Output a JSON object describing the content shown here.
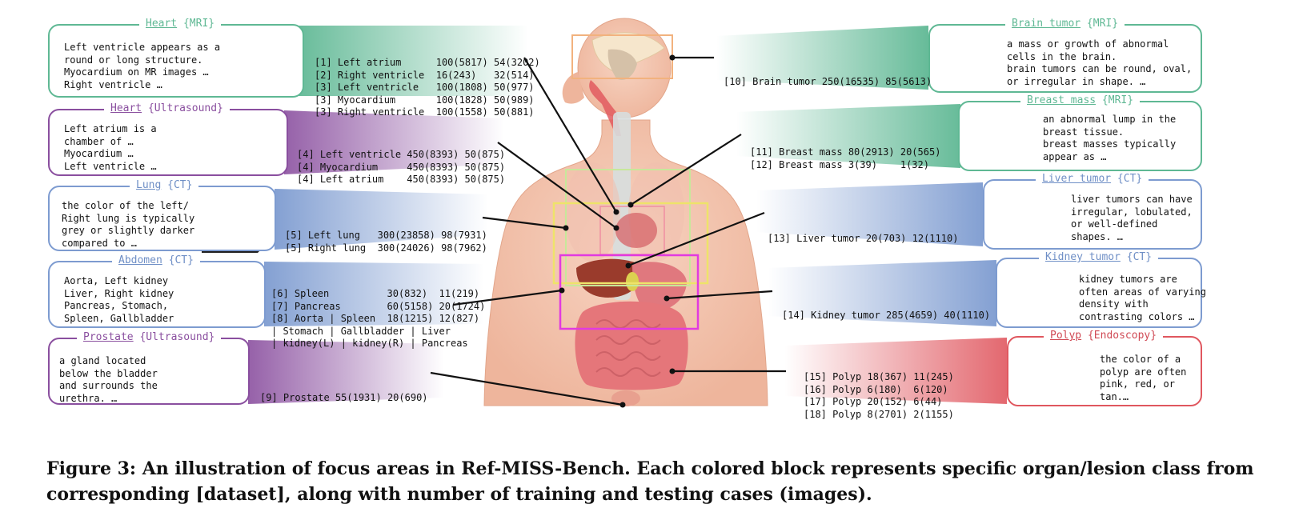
{
  "cards": {
    "heart_mri": {
      "name": "Heart",
      "source": "{MRI}",
      "lines": [
        "Left ventricle appears as a",
        "round or long structure.",
        "Myocardium on MR images …",
        "Right ventricle …"
      ]
    },
    "heart_us": {
      "name": "Heart",
      "source": "{Ultrasound}",
      "lines": [
        "Left atrium is a",
        "chamber of …",
        "Myocardium …",
        "Left ventricle …"
      ]
    },
    "lung_ct": {
      "name": "Lung",
      "source": "{CT}",
      "lines": [
        "the color of the left/",
        "Right lung is typically",
        "grey or slightly darker",
        "compared to …"
      ]
    },
    "abdomen_ct": {
      "name": "Abdomen",
      "source": "{CT}",
      "lines": [
        "Aorta, Left kidney",
        "Liver, Right kidney",
        "Pancreas, Stomach,",
        "Spleen, Gallbladder"
      ]
    },
    "prostate_us": {
      "name": "Prostate",
      "source": "{Ultrasound}",
      "lines": [
        "a gland located",
        "below the bladder",
        "and surrounds the",
        "urethra. …"
      ]
    },
    "brain_mri": {
      "name": "Brain tumor",
      "source": "{MRI}",
      "lines": [
        "a mass or growth of abnormal",
        "cells in the brain.",
        "brain tumors can be round, oval,",
        "or irregular in shape. …"
      ]
    },
    "breast_mri": {
      "name": "Breast mass",
      "source": "{MRI}",
      "lines": [
        "an abnormal lump in the",
        "breast tissue.",
        "breast masses typically",
        "appear as …"
      ]
    },
    "liver_ct": {
      "name": "Liver tumor",
      "source": "{CT}",
      "lines": [
        "liver tumors can have",
        "irregular, lobulated,",
        "or well-defined",
        "shapes. …"
      ]
    },
    "kidney_ct": {
      "name": "Kidney tumor",
      "source": "{CT}",
      "lines": [
        "kidney tumors are",
        "often areas of varying",
        "density with",
        "contrasting colors …"
      ]
    },
    "polyp_endo": {
      "name": "Polyp",
      "source": "{Endoscopy}",
      "lines": [
        "the color of a",
        "polyp are often",
        "pink, red, or",
        "tan.…"
      ]
    }
  },
  "stats": {
    "heart_mri": [
      "[1] Left atrium      100(5817) 54(3202)",
      "[2] Right ventricle  16(243)   32(514)",
      "[3] Left ventricle   100(1808) 50(977)",
      "[3] Myocardium       100(1828) 50(989)",
      "[3] Right ventricle  100(1558) 50(881)"
    ],
    "heart_us": [
      "[4] Left ventricle 450(8393) 50(875)",
      "[4] Myocardium     450(8393) 50(875)",
      "[4] Left atrium    450(8393) 50(875)"
    ],
    "lung_ct": [
      "[5] Left lung   300(23858) 98(7931)",
      "[5] Right lung  300(24026) 98(7962)"
    ],
    "abdomen_ct": [
      "[6] Spleen          30(832)  11(219)",
      "[7] Pancreas        60(5158) 20(1724)",
      "[8] Aorta | Spleen  18(1215) 12(827)",
      "| Stomach | Gallbladder | Liver",
      "| kidney(L) | kidney(R) | Pancreas"
    ],
    "prostate_us": [
      "[9] Prostate 55(1931) 20(690)"
    ],
    "brain_mri": [
      "[10] Brain tumor 250(16535) 85(5613)"
    ],
    "breast_mri": [
      "[11] Breast mass 80(2913) 20(565)",
      "[12] Breast mass 3(39)    1(32)"
    ],
    "liver_ct": [
      "[13] Liver tumor 20(703) 12(1110)"
    ],
    "kidney_ct": [
      "[14] Kidney tumor 285(4659) 40(1110)"
    ],
    "polyp_endo": [
      "[15] Polyp 18(367) 11(245)",
      "[16] Polyp 6(180)  6(120)",
      "[17] Polyp 20(152) 6(44)",
      "[18] Polyp 8(2701) 2(1155)"
    ]
  },
  "colors": {
    "green": "#5fb894",
    "purple": "#8a4f9f",
    "blue": "#7d9bd0",
    "red": "#e0575f",
    "title_green": "#5fb894",
    "title_purple": "#8a4f9f",
    "title_blue": "#6f8fc6",
    "title_red": "#d04a55"
  },
  "caption": "Figure 3: An illustration of focus areas in Ref-MISS-Bench. Each colored block represents specific organ/lesion class from corresponding [dataset], along with number of training and testing cases (images)."
}
